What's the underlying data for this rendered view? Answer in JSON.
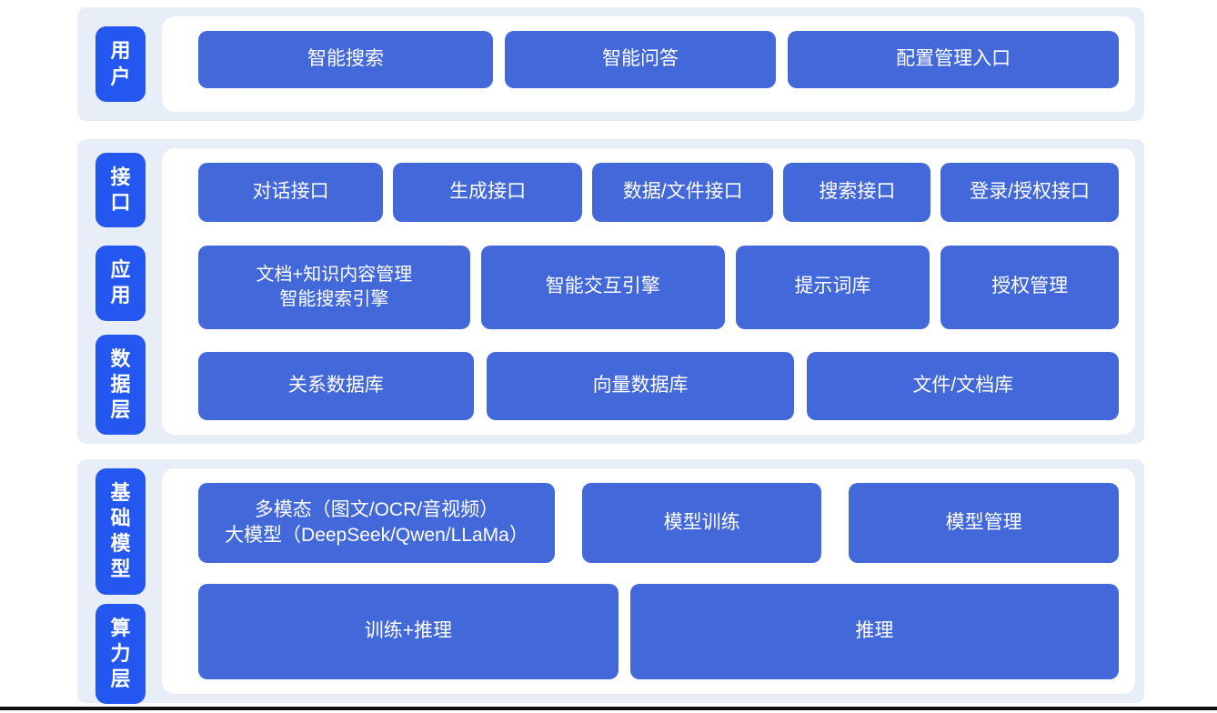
{
  "diagram_title": "layered-ai-platform-architecture",
  "colors": {
    "pill_blue": "#2456F0",
    "button_blue": "#4368D9",
    "panel_bg": "#E8EEF8",
    "footer_bar": "#111111"
  },
  "sections": [
    {
      "name": "user-layer",
      "side_labels": [
        {
          "text": "用户"
        }
      ],
      "rows": [
        {
          "buttons": [
            {
              "label": "智能搜索"
            },
            {
              "label": "智能问答"
            },
            {
              "label": "配置管理入口"
            }
          ]
        }
      ]
    },
    {
      "name": "interface-application-data-layer",
      "side_labels": [
        {
          "text": "接口"
        },
        {
          "text": "应用"
        },
        {
          "text": "数据层"
        }
      ],
      "rows": [
        {
          "buttons": [
            {
              "label": "对话接口"
            },
            {
              "label": "生成接口"
            },
            {
              "label": "数据/文件接口"
            },
            {
              "label": "搜索接口"
            },
            {
              "label": "登录/授权接口"
            }
          ]
        },
        {
          "buttons": [
            {
              "label": "文档+知识内容管理",
              "label2": "智能搜索引擎"
            },
            {
              "label": "智能交互引擎"
            },
            {
              "label": "提示词库"
            },
            {
              "label": "授权管理"
            }
          ]
        },
        {
          "buttons": [
            {
              "label": "关系数据库"
            },
            {
              "label": "向量数据库"
            },
            {
              "label": "文件/文档库"
            }
          ]
        }
      ]
    },
    {
      "name": "base-model-compute-layer",
      "side_labels": [
        {
          "text": "基础模型"
        },
        {
          "text": "算力层"
        }
      ],
      "rows": [
        {
          "buttons": [
            {
              "label": "多模态（图文/OCR/音视频）",
              "label2": "大模型（DeepSeek/Qwen/LLaMa）"
            },
            {
              "label": "模型训练"
            },
            {
              "label": "模型管理"
            }
          ]
        },
        {
          "buttons": [
            {
              "label": "训练+推理"
            },
            {
              "label": "推理"
            }
          ]
        }
      ]
    }
  ]
}
